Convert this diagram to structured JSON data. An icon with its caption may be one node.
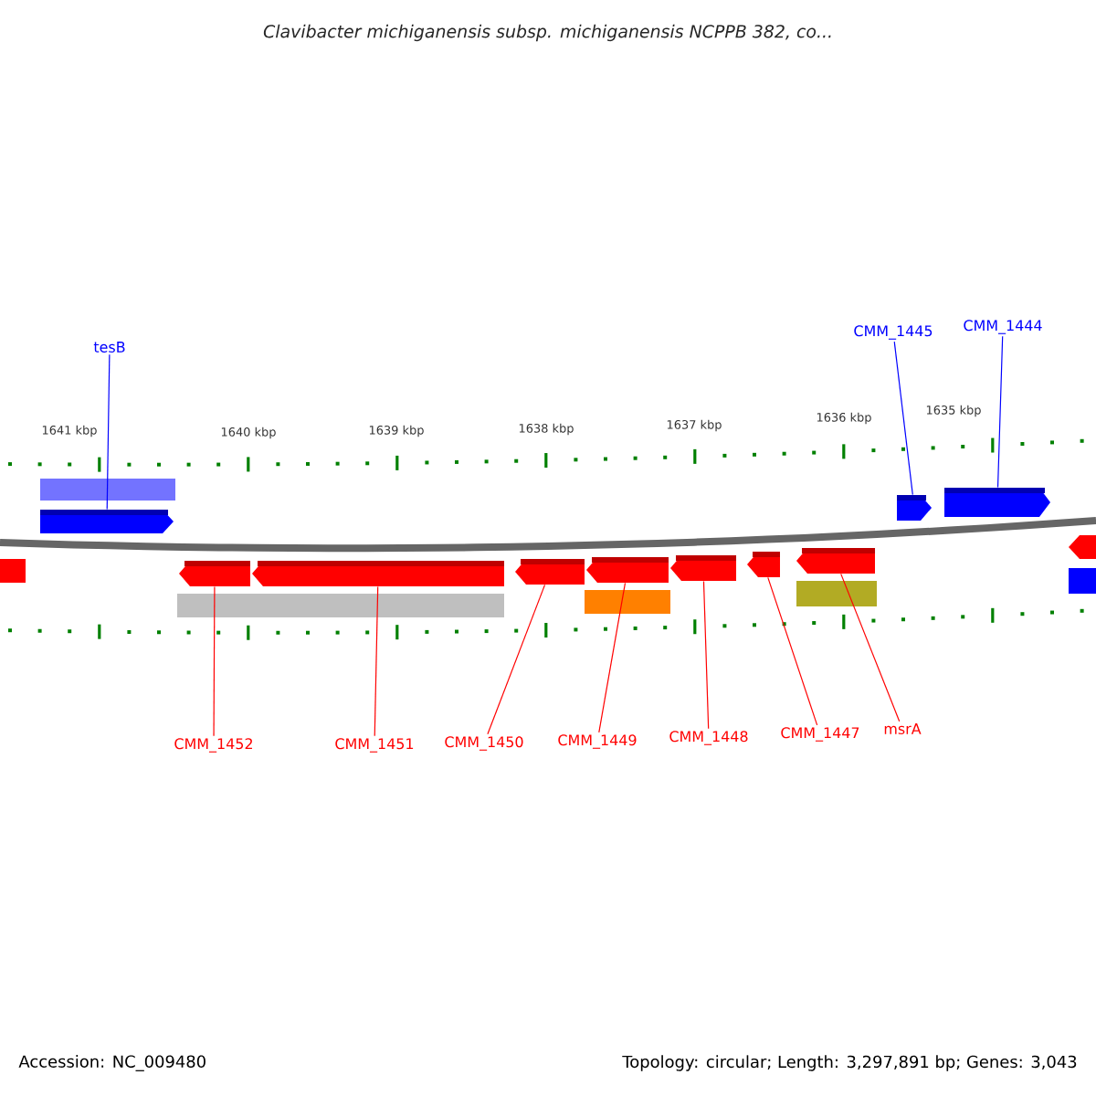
{
  "diagram": {
    "title": "Clavibacter michiganensis subsp. michiganensis NCPPB 382, co...",
    "nodes": [
      {
        "text": [
          "tesB"
        ]
      },
      {
        "text": [
          "CMM_1445"
        ]
      },
      {
        "text": [
          "CMM_1444"
        ]
      },
      {
        "text": [],
        "shape": "bar"
      },
      {
        "text": [],
        "shape": "bar"
      },
      {
        "text": [],
        "shape": "bar"
      },
      {
        "text": [],
        "shape": "bar"
      },
      {
        "text": [],
        "shape": "bar"
      },
      {
        "text": [],
        "shape": "bar"
      },
      {
        "text": [],
        "shape": "bar"
      },
      {
        "text": [],
        "shape": "bar"
      },
      {
        "text": [],
        "shape": "bar"
      },
      {
        "text": [],
        "shape": "bar"
      },
      {
        "text": [
          "CMM_1452"
        ]
      },
      {
        "text": [
          "CMM_1451"
        ]
      },
      {
        "text": [
          "CMM_1450"
        ]
      },
      {
        "text": [
          "CMM_1449"
        ]
      },
      {
        "text": [
          "CMM_1448"
        ]
      },
      {
        "text": [
          "CMM_1447"
        ]
      },
      {
        "text": [
          "msrA"
        ]
      }
    ],
    "edges": [
      {
        "from": 0,
        "to": 3,
        "arrow": "none",
        "color": "#0000ff"
      },
      {
        "from": 1,
        "to": 4,
        "arrow": "none",
        "color": "#0000ff"
      },
      {
        "from": 2,
        "to": 5,
        "arrow": "none",
        "color": "#0000ff"
      },
      {
        "from": 13,
        "to": 6,
        "arrow": "none"
      },
      {
        "from": 14,
        "to": 7,
        "arrow": "none"
      },
      {
        "from": 15,
        "to": 8,
        "arrow": "none"
      },
      {
        "from": 16,
        "to": 9,
        "arrow": "none"
      },
      {
        "from": 17,
        "to": 10,
        "arrow": "none"
      },
      {
        "from": 18,
        "to": 11,
        "arrow": "none"
      },
      {
        "from": 19,
        "to": 12,
        "arrow": "none"
      }
    ],
    "labels": [
      "1641 kbp",
      "1640 kbp",
      "1639 kbp",
      "1638 kbp",
      "1637 kbp",
      "1636 kbp",
      "1635 kbp",
      "Accession: NC_009480",
      "Topology: circular; Length: 3,297,891 bp; Genes: 3,043"
    ]
  }
}
